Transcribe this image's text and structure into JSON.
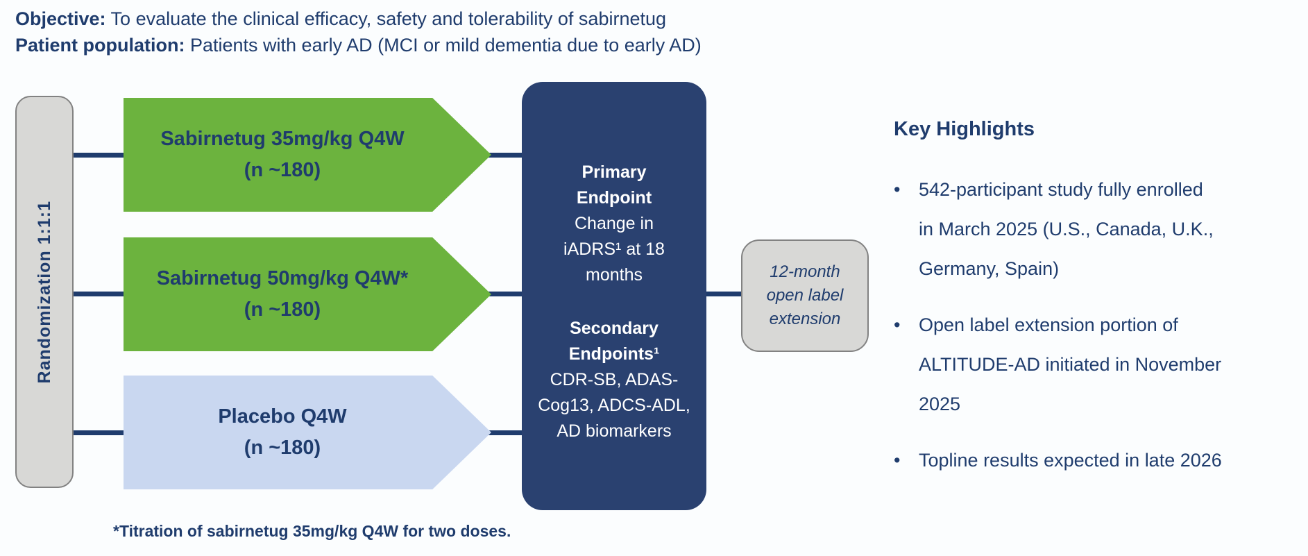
{
  "header": {
    "objective_label": "Objective:",
    "objective_text": " To evaluate the clinical efficacy, safety and tolerability of sabirnetug",
    "population_label": "Patient population:",
    "population_text": " Patients with early AD (MCI or mild dementia due to early AD)"
  },
  "diagram": {
    "randomization_label": "Randomization 1:1:1",
    "arms": [
      {
        "label": "Sabirnetug 35mg/kg Q4W",
        "n": "(n ~180)",
        "color": "#6cb33e"
      },
      {
        "label": "Sabirnetug 50mg/kg Q4W*",
        "n": "(n ~180)",
        "color": "#6cb33e"
      },
      {
        "label": "Placebo Q4W",
        "n": "(n ~180)",
        "color": "#c9d7f0"
      }
    ],
    "endpoints": {
      "primary_title": "Primary\nEndpoint",
      "primary_body": "Change in\niADRS¹ at 18\nmonths",
      "secondary_title": "Secondary\nEndpoints¹",
      "secondary_body": "CDR-SB, ADAS-\nCog13, ADCS-ADL,\nAD biomarkers"
    },
    "extension_label": "12-month\nopen label\nextension"
  },
  "highlights": {
    "title": "Key Highlights",
    "bullet_glyph": "•",
    "bullets": [
      "542-participant study fully enrolled\nin March 2025 (U.S., Canada, U.K.,\nGermany, Spain)",
      "Open label extension portion of\nALTITUDE-AD initiated in November\n2025",
      "Topline results expected in late 2026"
    ]
  },
  "footnote": "*Titration of sabirnetug 35mg/kg Q4W for two doses.",
  "colors": {
    "navy_text": "#1f3c6d",
    "endpoint_fill": "#2a4170",
    "arm_green": "#6cb33e",
    "arm_placebo": "#c9d7f0",
    "box_gray": "#d8d8d6",
    "box_border_gray": "#828282",
    "connector": "#1f3c6d"
  }
}
